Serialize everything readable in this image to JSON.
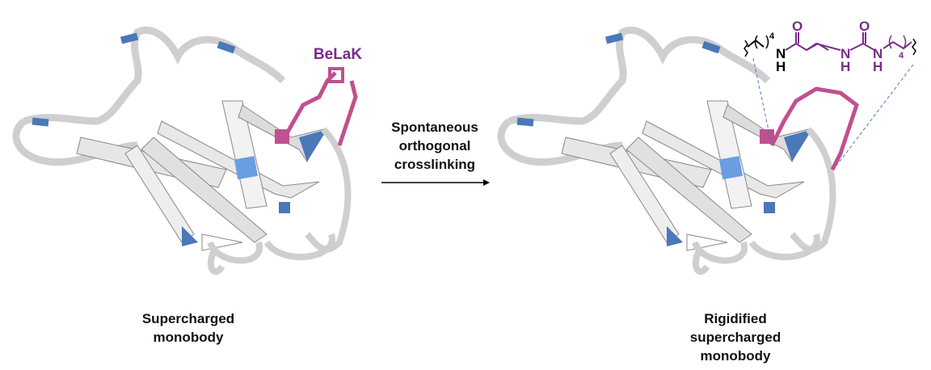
{
  "left_panel": {
    "caption_line1": "Supercharged",
    "caption_line2": "monobody",
    "residue_label": "BeLaK"
  },
  "arrow": {
    "line1": "Spontaneous",
    "line2": "orthogonal",
    "line3": "crosslinking"
  },
  "right_panel": {
    "caption_line1": "Rigidified",
    "caption_line2": "supercharged",
    "caption_line3": "monobody",
    "structure": {
      "left_subscript": "4",
      "right_subscript": "4",
      "nh1_n": "N",
      "nh1_h": "H",
      "nh2_n": "N",
      "nh2_h": "H",
      "nh3_n": "N",
      "nh3_h": "H",
      "o1": "O",
      "o2": "O"
    }
  },
  "colors": {
    "ribbon": "#d9d9d9",
    "charged": "#4a78b8",
    "belak": "#c0508f",
    "label_purple": "#7a2a8c"
  }
}
